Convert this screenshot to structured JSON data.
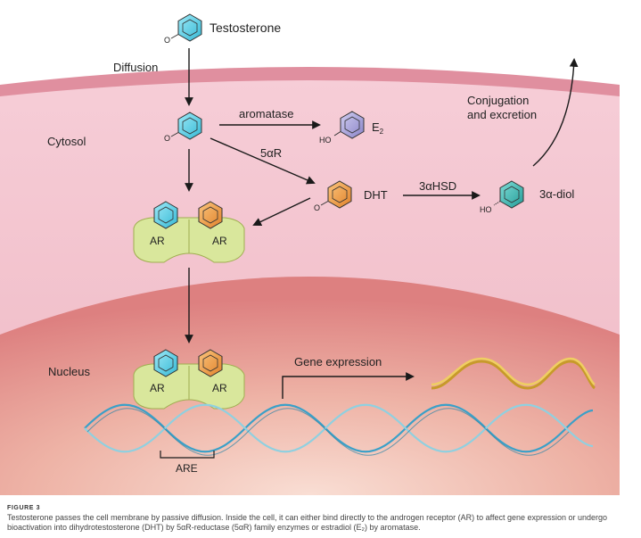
{
  "labels": {
    "testosterone": "Testosterone",
    "diffusion": "Diffusion",
    "cytosol": "Cytosol",
    "aromatase": "aromatase",
    "e2": "E",
    "e2_sub": "2",
    "five_alpha_r": "5αR",
    "dht": "DHT",
    "three_alpha_hsd": "3αHSD",
    "three_alpha_diol": "3α-diol",
    "conjugation_line1": "Conjugation",
    "conjugation_line2": "and excretion",
    "ar": "AR",
    "nucleus": "Nucleus",
    "gene_expression": "Gene expression",
    "are": "ARE",
    "o": "O",
    "ho": "HO"
  },
  "caption": {
    "title": "FIGURE 3",
    "text": "Testosterone passes the cell membrane by passive diffusion. Inside the cell, it can either bind directly to the androgen receptor (AR) to affect gene expression or undergo bioactivation into dihydrotestosterone (DHT) by 5αR-reductase (5αR) family enzymes or estradiol (E₂) by aromatase."
  },
  "colors": {
    "testosterone_hex": "#5fd2e8",
    "dht_hex": "#f2a04a",
    "e2_hex": "#aaa6dc",
    "diol_hex": "#3fb7b3",
    "receptor": "#d6e59a",
    "membrane": "#e79aa7",
    "cytosol": "#f3c4cf",
    "nucleus": "#e9a7a0"
  }
}
